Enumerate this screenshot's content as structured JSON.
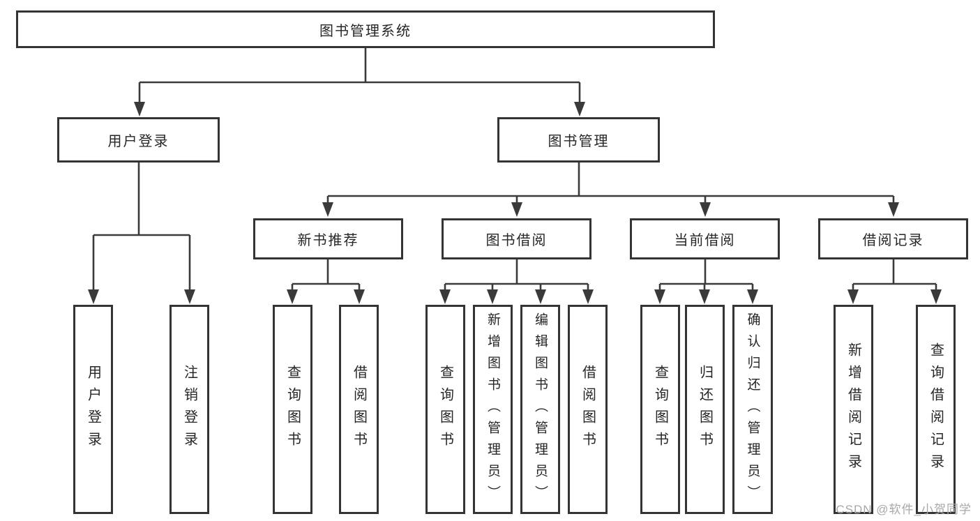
{
  "diagram": {
    "type": "tree",
    "root": {
      "label": "图书管理系统"
    },
    "branches": [
      {
        "label": "用户登录",
        "children": [
          {
            "label": "用户登录"
          },
          {
            "label": "注销登录"
          }
        ]
      },
      {
        "label": "图书管理",
        "children": [
          {
            "label": "新书推荐",
            "children": [
              {
                "label": "查询图书"
              },
              {
                "label": "借阅图书"
              }
            ]
          },
          {
            "label": "图书借阅",
            "children": [
              {
                "label": "查询图书"
              },
              {
                "label": "新增图书（管理员）"
              },
              {
                "label": "编辑图书（管理员）"
              },
              {
                "label": "借阅图书"
              }
            ]
          },
          {
            "label": "当前借阅",
            "children": [
              {
                "label": "查询图书"
              },
              {
                "label": "归还图书"
              },
              {
                "label": "确认归还（管理员）"
              }
            ]
          },
          {
            "label": "借阅记录",
            "children": [
              {
                "label": "新增借阅记录"
              },
              {
                "label": "查询借阅记录"
              }
            ]
          }
        ]
      }
    ]
  },
  "watermark": {
    "text": "CSDN @软件_小贺同学"
  },
  "colors": {
    "background": "#ffffff",
    "line": "#3a3a3a",
    "box_border": "#343434",
    "text": "#262626",
    "watermark": "#a8a8a8"
  }
}
